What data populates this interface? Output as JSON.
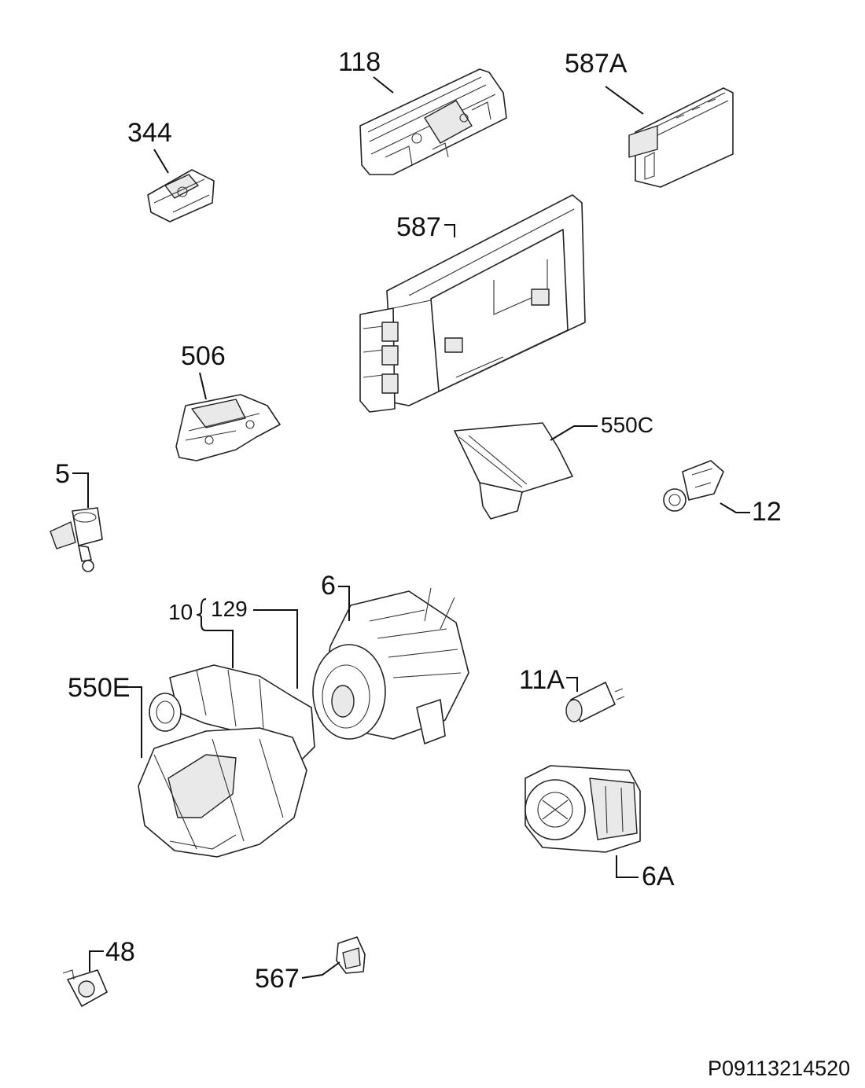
{
  "labels": {
    "p118": "118",
    "p587A": "587A",
    "p344": "344",
    "p587": "587",
    "p506": "506",
    "p550C": "550C",
    "p5": "5",
    "p12": "12",
    "p6": "6",
    "p10": "10",
    "p129": "129",
    "p550E": "550E",
    "p11A": "11A",
    "p6A": "6A",
    "p48": "48",
    "p567": "567"
  },
  "drawing_code": "P09113214520"
}
